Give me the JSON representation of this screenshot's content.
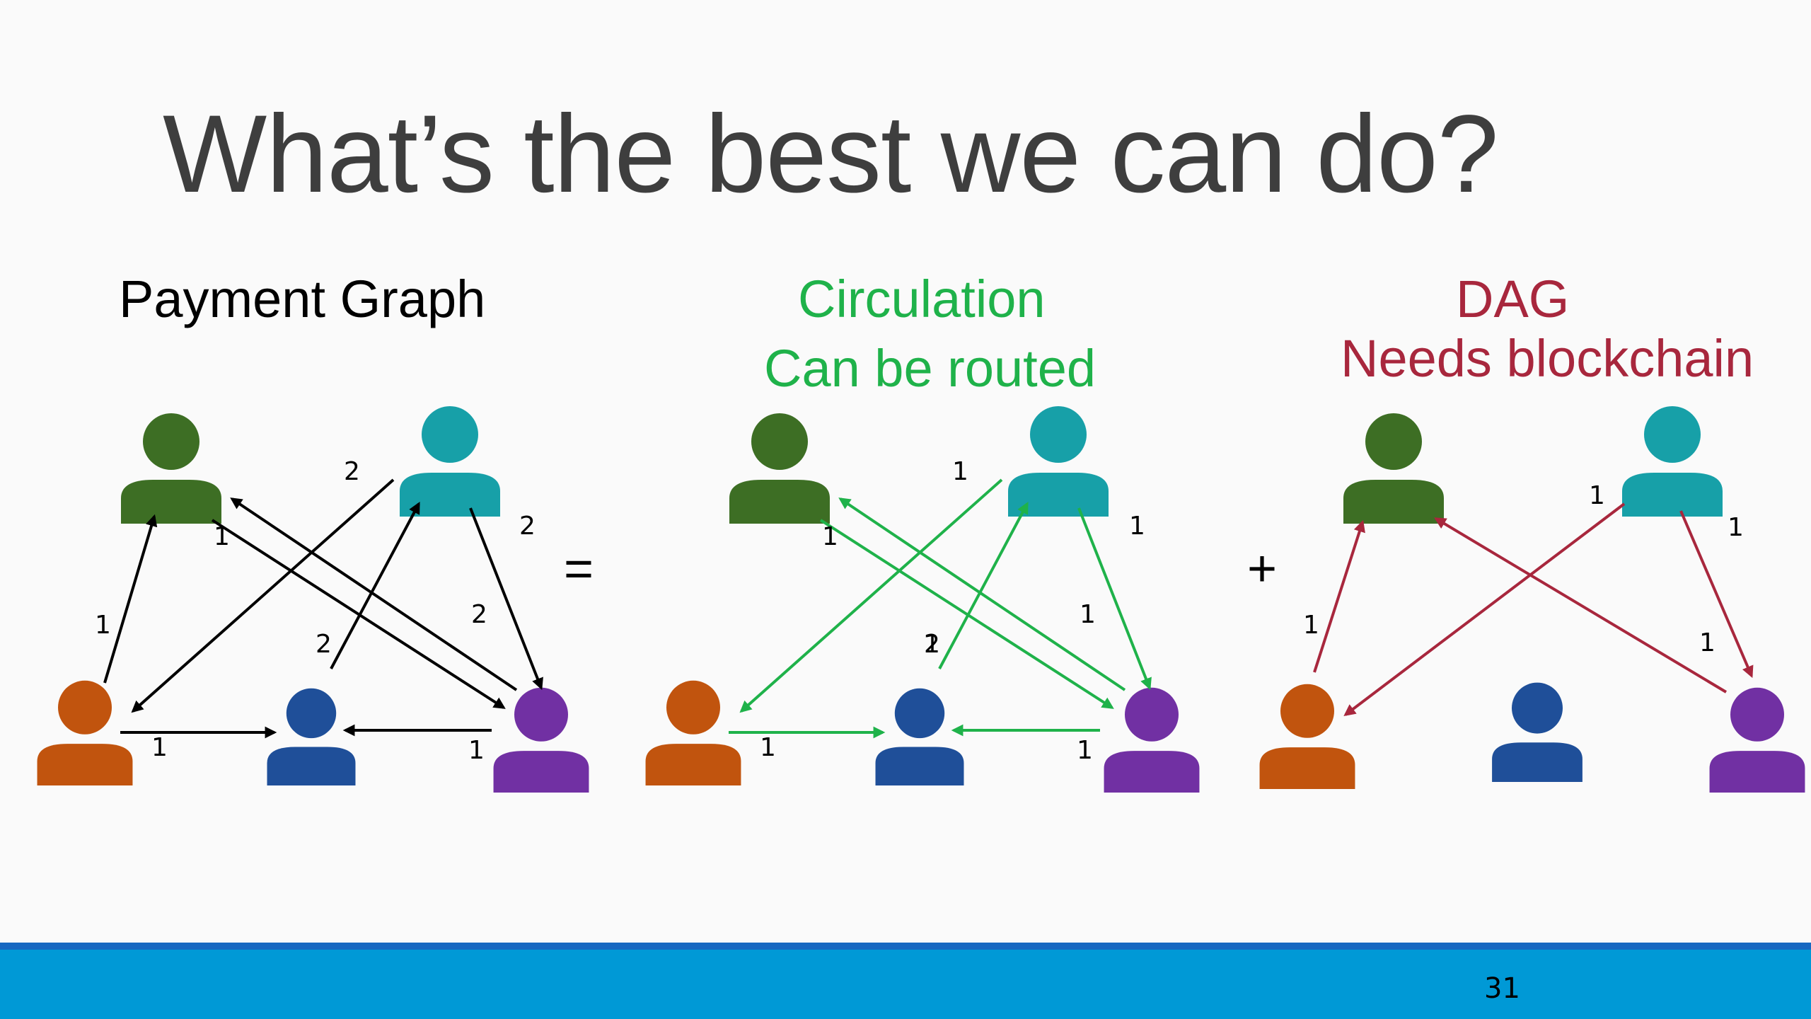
{
  "slide": {
    "title": "What’s the best we can do?",
    "page_number": "31"
  },
  "panels": [
    {
      "id": "payment",
      "headings": [
        "Payment Graph"
      ],
      "color": "#000000",
      "edges": [
        {
          "from": "orange",
          "to": "green",
          "weight": "1"
        },
        {
          "from": "teal",
          "to": "orange",
          "weight": "2"
        },
        {
          "from": "green",
          "to": "purple",
          "weight": "1"
        },
        {
          "from": "purple",
          "to": "green",
          "weight": "2"
        },
        {
          "from": "blue",
          "to": "teal",
          "weight": "2"
        },
        {
          "from": "teal",
          "to": "purple",
          "weight": "2"
        },
        {
          "from": "orange",
          "to": "blue",
          "weight": "1"
        },
        {
          "from": "purple",
          "to": "blue",
          "weight": "1"
        }
      ]
    },
    {
      "id": "circulation",
      "headings": [
        "Circulation",
        "Can be routed"
      ],
      "color": "#1fb24a",
      "edges": [
        {
          "from": "teal",
          "to": "orange",
          "weight": "1"
        },
        {
          "from": "green",
          "to": "purple",
          "weight": "1"
        },
        {
          "from": "purple",
          "to": "green",
          "weight": "1"
        },
        {
          "from": "blue",
          "to": "teal",
          "weight": "1"
        },
        {
          "from": "teal",
          "to": "purple",
          "weight": "1"
        },
        {
          "from": "orange",
          "to": "blue",
          "weight": "1"
        },
        {
          "from": "purple",
          "to": "blue",
          "weight": "1"
        }
      ],
      "overlap_label": "2"
    },
    {
      "id": "dag",
      "headings": [
        "DAG",
        "Needs blockchain"
      ],
      "color": "#a8273d",
      "edges": [
        {
          "from": "orange",
          "to": "green",
          "weight": "1"
        },
        {
          "from": "teal",
          "to": "orange",
          "weight": "1"
        },
        {
          "from": "purple",
          "to": "green",
          "weight": "1"
        },
        {
          "from": "teal",
          "to": "purple",
          "weight": "1"
        }
      ]
    }
  ],
  "operators": [
    "=",
    "+"
  ],
  "person_colors": {
    "green": "#3d6e24",
    "teal": "#17a0a8",
    "orange": "#c1540e",
    "blue": "#1f4f99",
    "purple": "#7130a3"
  },
  "footer": {
    "line_color": "#1768c1",
    "bar_color": "#0099d6"
  }
}
